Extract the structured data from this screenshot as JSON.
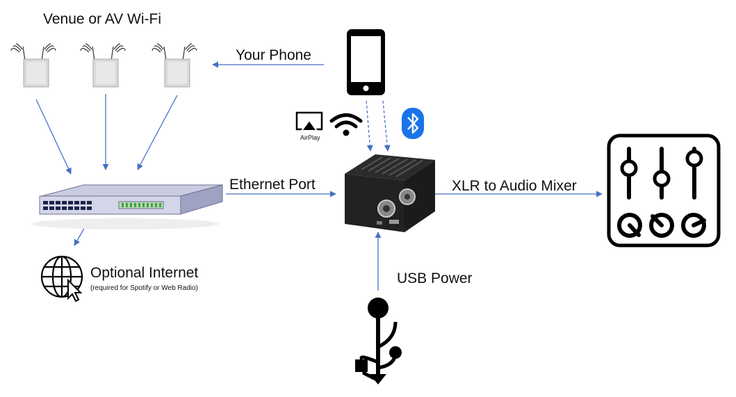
{
  "labels": {
    "wifi": "Venue or AV Wi-Fi",
    "phone": "Your Phone",
    "ethernet": "Ethernet Port",
    "xlr": "XLR to Audio Mixer",
    "internet": "Optional Internet",
    "internet_note": "(required for Spotify or Web Radio)",
    "usb": "USB Power",
    "airplay": "AirPlay"
  },
  "colors": {
    "arrow": "#4472C4",
    "icon": "#111111"
  },
  "icons": [
    "access-point-icon",
    "phone-icon",
    "airplay-icon",
    "wifi-icon",
    "bluetooth-icon",
    "network-switch-icon",
    "audio-device-icon",
    "mixer-icon",
    "globe-cursor-icon",
    "usb-icon"
  ]
}
